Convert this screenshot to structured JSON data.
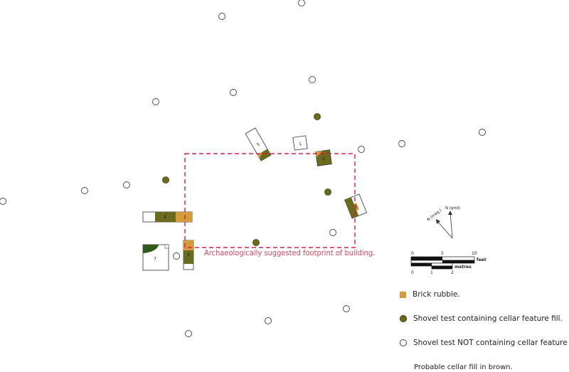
{
  "colors": {
    "brick_rubble": "#d69c3c",
    "cellar_fill": "#6b6b1e",
    "dark_fill": "#2f5a1a",
    "footprint_line": "#d6204a",
    "footprint_text": "#d6455f"
  },
  "footprint_label": "Archaeologically suggested footprint of building.",
  "units": [
    {
      "id": "unit-1",
      "label": "1"
    },
    {
      "id": "unit-2",
      "label": "2"
    },
    {
      "id": "unit-3",
      "label": "3"
    },
    {
      "id": "unit-4",
      "label": "4"
    },
    {
      "id": "unit-5",
      "label": "5"
    },
    {
      "id": "unit-6",
      "label": "6"
    },
    {
      "id": "unit-7",
      "label": "7"
    }
  ],
  "north_arrow": {
    "grid_label": "N (grid)",
    "mag_label": "N (mag.)"
  },
  "scale_bar": {
    "feet_ticks": [
      "0",
      "5",
      "10"
    ],
    "feet_unit": "feet",
    "metre_ticks": [
      "0",
      "1",
      "2"
    ],
    "metre_unit": "metres"
  },
  "legend": {
    "brick": "Brick rubble.",
    "shovel_fill": "Shovel test containing cellar feature fill.",
    "shovel_empty": "Shovel test NOT containing cellar feature fill.",
    "note": "Probable cellar fill in brown."
  }
}
